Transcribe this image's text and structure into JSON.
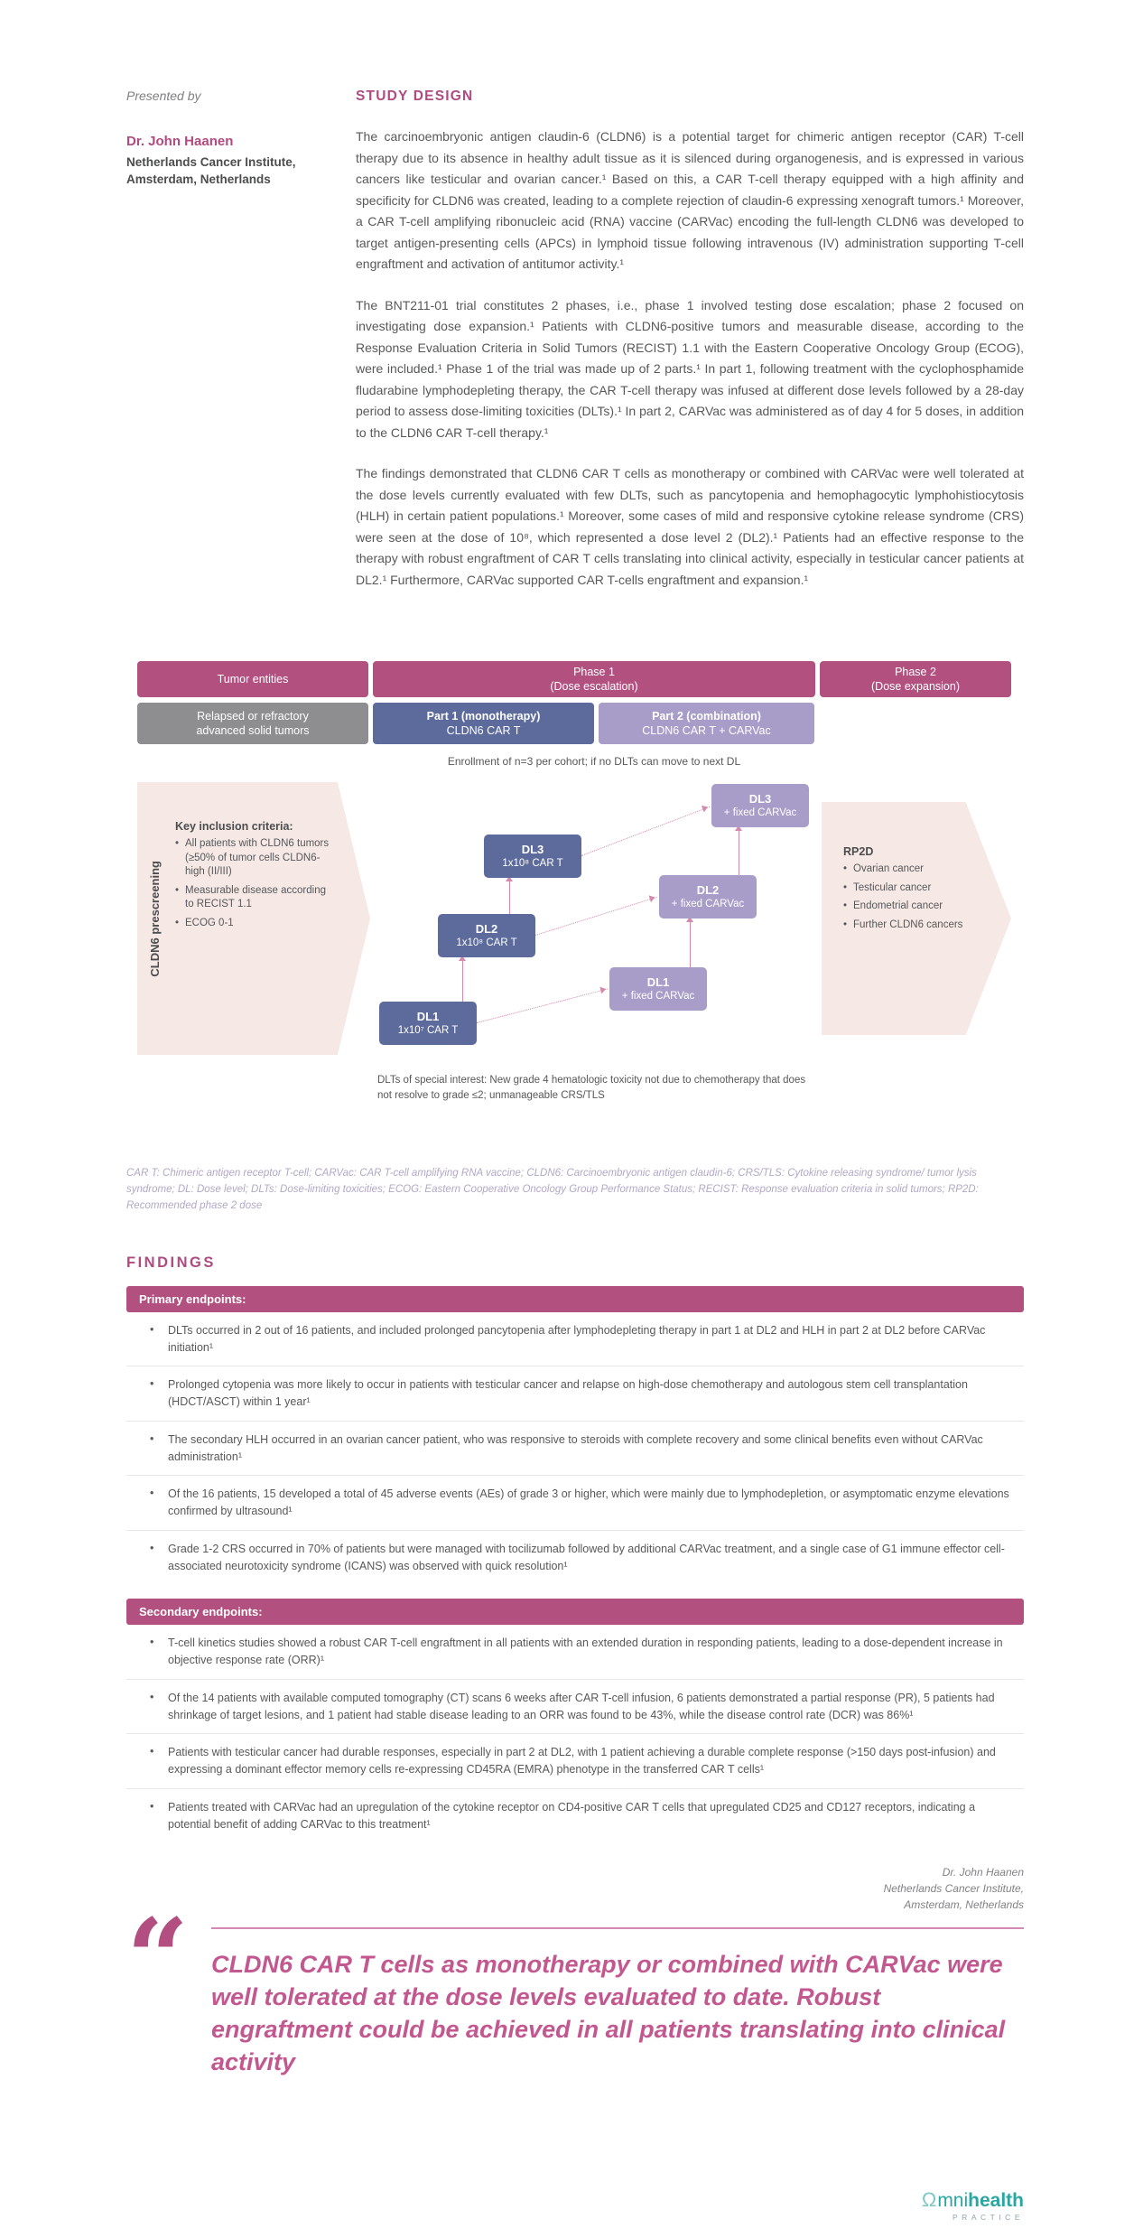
{
  "palette": {
    "magenta": "#b25080",
    "heading_magenta": "#b04a80",
    "slate_blue": "#5c6b9c",
    "lilac": "#a89cc9",
    "gray_bar": "#8e8e90",
    "light_pink_shape": "#f5e8e5",
    "quote_pink": "#c2588f",
    "logo_teal": "#2aa6a1"
  },
  "header": {
    "presented_by": "Presented by",
    "presenter_name": "Dr. John Haanen",
    "presenter_institute": "Netherlands Cancer Institute,",
    "presenter_location": "Amsterdam, Netherlands"
  },
  "study_design": {
    "title": "STUDY DESIGN",
    "paragraphs": [
      "The carcinoembryonic antigen claudin-6 (CLDN6) is a potential target for chimeric antigen receptor (CAR) T-cell therapy due to its absence in healthy adult tissue as it is silenced during organogenesis, and is expressed in various cancers like testicular and ovarian cancer.¹ Based on this, a CAR T-cell therapy equipped with a high affinity and specificity for CLDN6 was created, leading to a complete rejection of claudin-6 expressing xenograft tumors.¹ Moreover, a CAR T-cell amplifying ribonucleic acid (RNA) vaccine (CARVac) encoding the full-length CLDN6 was developed to target antigen-presenting cells (APCs) in lymphoid tissue following intravenous (IV) administration supporting T-cell engraftment and activation of antitumor activity.¹",
      "The BNT211-01 trial constitutes 2 phases, i.e., phase 1 involved testing dose escalation; phase 2 focused on investigating dose expansion.¹ Patients with CLDN6-positive tumors and measurable disease, according to the Response Evaluation Criteria in Solid Tumors (RECIST) 1.1 with the Eastern Cooperative Oncology Group (ECOG), were included.¹ Phase 1 of the trial was made up of 2 parts.¹ In part 1, following treatment with the cyclophosphamide fludarabine lymphodepleting therapy, the CAR T-cell therapy was infused at different dose levels followed by a 28-day period to assess dose-limiting toxicities (DLTs).¹ In part 2, CARVac was administered as of day 4 for 5 doses, in addition to the CLDN6 CAR T-cell therapy.¹",
      "The findings demonstrated that CLDN6 CAR T cells as monotherapy or combined with CARVac were well tolerated at the dose levels currently evaluated with few DLTs, such as pancytopenia and hemophagocytic lymphohistiocytosis (HLH) in certain patient populations.¹ Moreover, some cases of mild and responsive cytokine release syndrome (CRS) were seen at the dose of 10⁸, which represented a dose level 2 (DL2).¹ Patients had an effective response to the therapy with robust engraftment of CAR T cells translating into clinical activity, especially in testicular cancer patients at DL2.¹ Furthermore, CARVac supported CAR T-cells engraftment and expansion.¹"
    ]
  },
  "diagram": {
    "tumor_entities": "Tumor entities",
    "phase1_title": "Phase 1",
    "phase1_sub": "(Dose escalation)",
    "phase2_title": "Phase 2",
    "phase2_sub": "(Dose expansion)",
    "relapsed_line1": "Relapsed or refractory",
    "relapsed_line2": "advanced solid tumors",
    "part1_title": "Part 1 (monotherapy)",
    "part1_sub": "CLDN6 CAR T",
    "part2_title": "Part 2 (combination)",
    "part2_sub": "CLDN6 CAR T + CARVac",
    "enrollment_note": "Enrollment of n=3 per cohort; if no DLTs can move to next DL",
    "prescreening_label": "CLDN6 prescreening",
    "criteria_title": "Key inclusion criteria:",
    "criteria": [
      "All patients with CLDN6 tumors (≥50% of tumor cells CLDN6-high (II/III)",
      "Measurable disease according to RECIST 1.1",
      "ECOG 0-1"
    ],
    "dose_levels": [
      {
        "label": "DL1",
        "dose": "1x10⁷ CAR T"
      },
      {
        "label": "DL2",
        "dose": "1x10⁸ CAR T"
      },
      {
        "label": "DL3",
        "dose": "1x10⁸ CAR T"
      }
    ],
    "combo_levels": [
      {
        "label": "DL1",
        "sub": "+ fixed CARVac"
      },
      {
        "label": "DL2",
        "sub": "+ fixed CARVac"
      },
      {
        "label": "DL3",
        "sub": "+ fixed CARVac"
      }
    ],
    "rp2d_title": "RP2D",
    "rp2d_items": [
      "Ovarian cancer",
      "Testicular cancer",
      "Endometrial cancer",
      "Further CLDN6 cancers"
    ],
    "dlt_note": "DLTs of special interest: New grade 4 hematologic toxicity not due to chemotherapy that does not resolve to grade ≤2; unmanageable CRS/TLS"
  },
  "abbreviations": "CAR T: Chimeric antigen receptor T-cell; CARVac: CAR T-cell amplifying RNA vaccine; CLDN6: Carcinoembryonic antigen claudin-6; CRS/TLS: Cytokine releasing syndrome/ tumor lysis syndrome; DL: Dose level; DLTs: Dose-limiting toxicities; ECOG: Eastern Cooperative Oncology Group Performance Status; RECIST: Response evaluation criteria in solid tumors; RP2D: Recommended phase 2 dose",
  "findings": {
    "title": "FINDINGS",
    "primary_label": "Primary endpoints:",
    "primary": [
      "DLTs occurred in 2 out of 16 patients, and included prolonged pancytopenia after lymphodepleting therapy in part 1 at DL2 and HLH in part 2 at DL2 before CARVac initiation¹",
      "Prolonged cytopenia was more likely to occur in patients with testicular cancer and relapse on high-dose chemotherapy and autologous stem cell transplantation (HDCT/ASCT) within 1 year¹",
      "The secondary HLH occurred in an ovarian cancer patient, who was responsive to steroids with complete recovery and some clinical benefits even without CARVac administration¹",
      "Of the 16 patients, 15 developed a total of 45 adverse events (AEs) of grade 3 or higher, which were mainly due to lymphodepletion, or asymptomatic enzyme elevations confirmed by ultrasound¹",
      "Grade 1-2 CRS occurred in 70% of patients but were managed with tocilizumab followed by additional CARVac treatment, and a single case of G1 immune effector cell-associated neurotoxicity syndrome (ICANS) was observed with quick resolution¹"
    ],
    "secondary_label": "Secondary endpoints:",
    "secondary": [
      "T-cell kinetics studies showed a robust CAR T-cell engraftment in all patients with an extended duration in responding patients, leading to a dose-dependent increase in objective response rate (ORR)¹",
      "Of the 14 patients with available computed tomography (CT) scans 6 weeks after CAR T-cell infusion, 6 patients demonstrated a partial response (PR), 5 patients had shrinkage of target lesions, and 1 patient had stable disease leading to an ORR was found to be 43%, while the disease control rate (DCR) was 86%¹",
      "Patients with testicular cancer had durable responses, especially in part 2 at DL2, with 1 patient achieving a durable complete response (>150 days post-infusion) and expressing a dominant effector memory cells re-expressing CD45RA (EMRA) phenotype in the transferred CAR T cells¹",
      "Patients treated with CARVac had an upregulation of the cytokine receptor on CD4-positive CAR T cells that upregulated CD25 and CD127 receptors, indicating a potential benefit of adding CARVac to this treatment¹"
    ]
  },
  "attribution": [
    "Dr. John Haanen",
    "Netherlands Cancer Institute,",
    "Amsterdam, Netherlands"
  ],
  "quote": {
    "mark": "“",
    "text": "CLDN6 CAR T cells as monotherapy or combined with CARVac were well tolerated at the dose levels evaluated to date. Robust engraftment could be achieved in all patients translating into clinical activity"
  },
  "logo": {
    "omega": "Ω",
    "part1": "mni",
    "part2": "health",
    "subtext": "PRACTICE"
  }
}
